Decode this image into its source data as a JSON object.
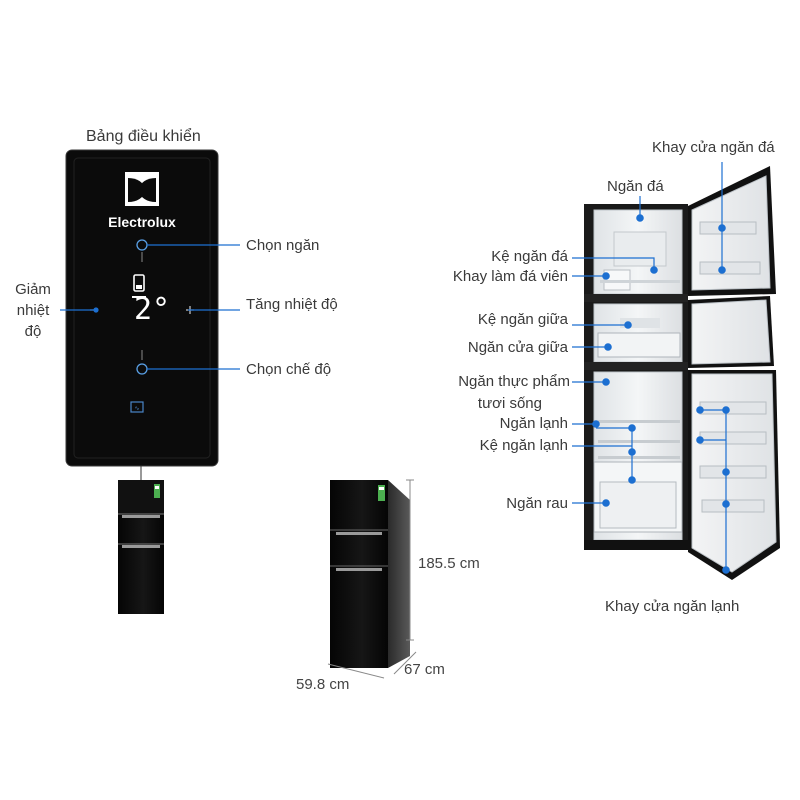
{
  "control_panel": {
    "title": "Bảng điều khiển",
    "brand": "Electrolux",
    "display_value": "2°",
    "labels": {
      "select_compartment": "Chọn ngăn",
      "decrease_temp_line1": "Giảm",
      "decrease_temp_line2": "nhiệt",
      "decrease_temp_line3": "độ",
      "increase_temp": "Tăng nhiệt độ",
      "select_mode": "Chọn chế độ"
    }
  },
  "dimensions": {
    "height": "185.5 cm",
    "width": "59.8 cm",
    "depth": "67 cm"
  },
  "interior_labels": {
    "freezer_door_tray": "Khay cửa ngăn đá",
    "freezer": "Ngăn đá",
    "freezer_shelf": "Kệ ngăn đá",
    "ice_tray": "Khay làm đá viên",
    "middle_shelf": "Kệ ngăn giữa",
    "middle_door_bin": "Ngăn cửa giữa",
    "fresh_food_line1": "Ngăn thực phẩm",
    "fresh_food_line2": "tươi sống",
    "fridge": "Ngăn lạnh",
    "fridge_shelf": "Kệ ngăn lạnh",
    "vegetable_drawer": "Ngăn rau",
    "fridge_door_tray": "Khay cửa ngăn lạnh"
  },
  "colors": {
    "callout_line": "#1c6fd1",
    "callout_dot": "#1c6fd1",
    "panel_bg": "#0b0b0b",
    "fridge_body": "#1a1a1a"
  }
}
